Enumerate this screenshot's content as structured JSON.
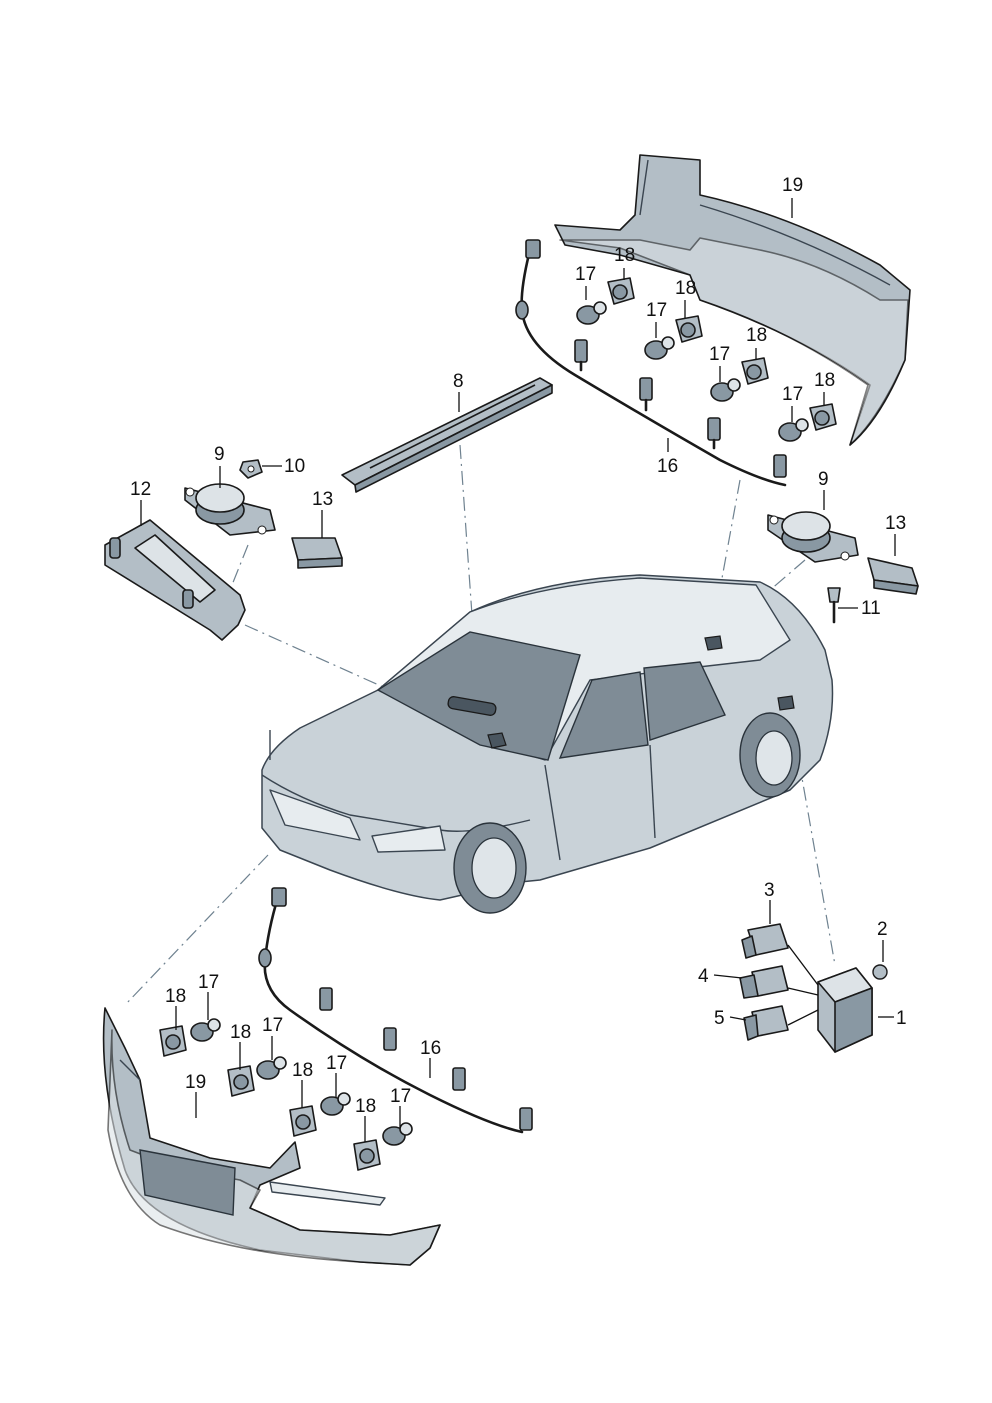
{
  "labels": {
    "n1": "1",
    "n2": "2",
    "n3": "3",
    "n4": "4",
    "n5": "5",
    "n8": "8",
    "n9": "9",
    "n10": "10",
    "n11": "11",
    "n12": "12",
    "n13": "13",
    "n16": "16",
    "n17": "17",
    "n18": "18",
    "n19": "19"
  },
  "colors": {
    "part_fill": "#b3bec6",
    "part_dark": "#8998a3",
    "part_light": "#dde3e7",
    "outline": "#1a1a1a",
    "dash_line": "#6f8290"
  }
}
